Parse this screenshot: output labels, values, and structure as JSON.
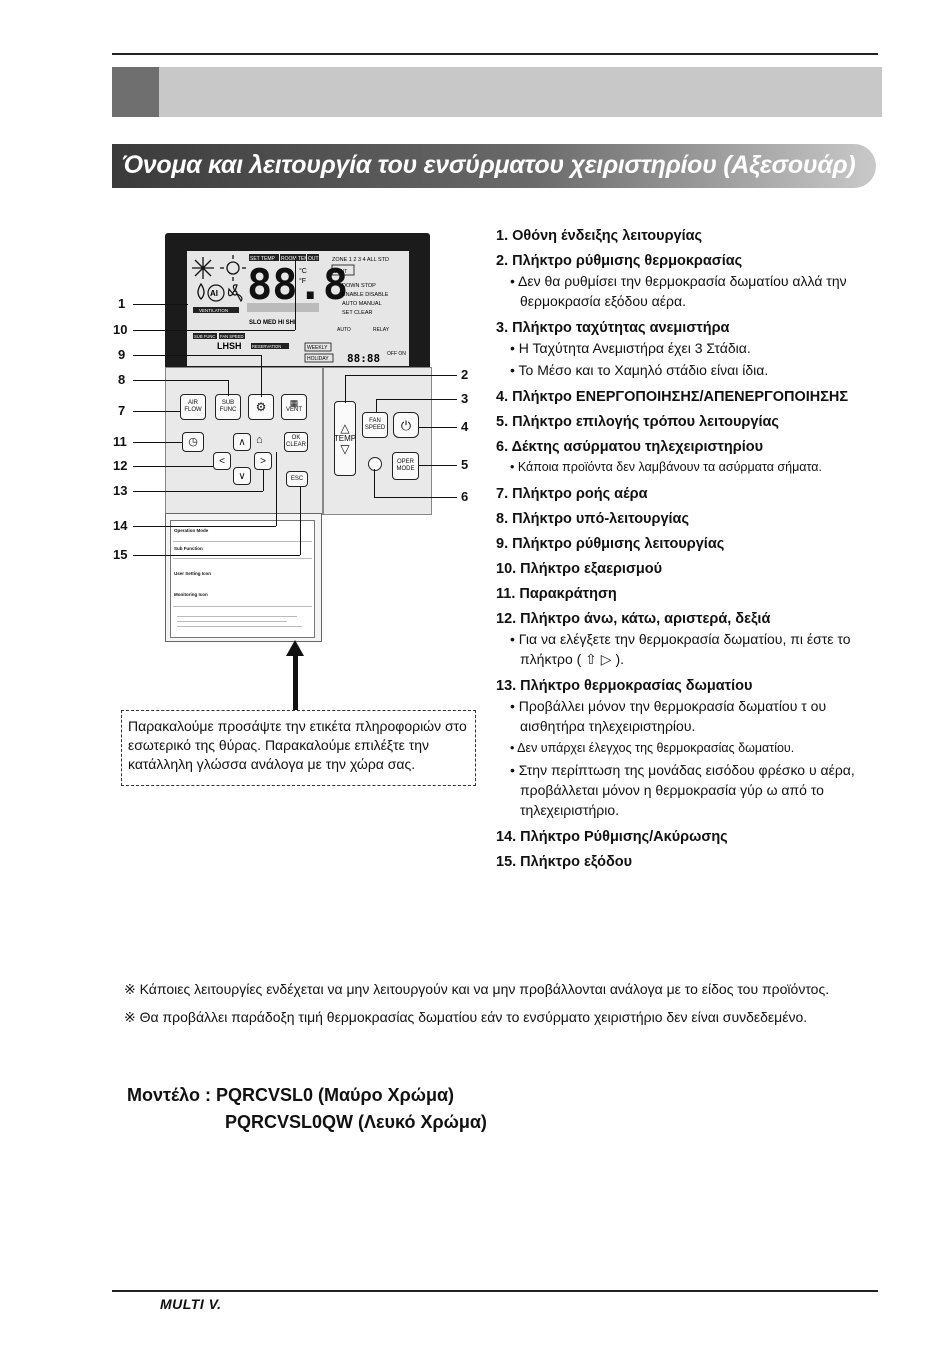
{
  "title": "Όνομα και λειτουργία του ενσύρματου χειριστηρίου (Αξεσουάρ)",
  "items": [
    {
      "label": "1. Οθόνη ένδειξης λειτουργίας",
      "notes": []
    },
    {
      "label": "2. Πλήκτρο ρύθμισης θερμοκρασίας",
      "notes": [
        "• Δεν θα ρυθμίσει την θερμοκρασία δωματίου αλλά την θερμοκρασία εξόδου αέρα."
      ]
    },
    {
      "label": "3. Πλήκτρο ταχύτητας ανεμιστήρα",
      "notes": [
        "• Η Ταχύτητα Ανεμιστήρα έχει 3 Στάδια.",
        "• Το Μέσο και το Χαμηλό στάδιο είναι ίδια."
      ]
    },
    {
      "label": "4. Πλήκτρο ΕΝΕΡΓΟΠΟΙΗΣΗΣ/ΑΠΕΝΕΡΓΟΠΟΙΗΣΗΣ",
      "notes": []
    },
    {
      "label": "5. Πλήκτρο επιλογής τρόπου λειτουργίας",
      "notes": []
    },
    {
      "label": "6. Δέκτης ασύρματου τηλεχειριστηρίου",
      "notes": [
        "• Κάποια προϊόντα δεν λαμβάνουν τα ασύρματα σήματα."
      ]
    },
    {
      "label": "7. Πλήκτρο ροής αέρα",
      "notes": []
    },
    {
      "label": "8. Πλήκτρο υπό-λειτουργίας",
      "notes": []
    },
    {
      "label": "9. Πλήκτρο ρύθμισης λειτουργίας",
      "notes": []
    },
    {
      "label": "10. Πλήκτρο εξαερισμού",
      "notes": []
    },
    {
      "label": "11. Παρακράτηση",
      "notes": []
    },
    {
      "label": "12. Πλήκτρο άνω, κάτω, αριστερά, δεξιά",
      "notes": [
        "• Για να ελέγξετε την θερμοκρασία δωματίου, πι έστε το πλήκτρο ( ⇧ ▷ )."
      ]
    },
    {
      "label": "13. Πλήκτρο θερμοκρασίας δωματίου",
      "notes": [
        "• Προβάλλει μόνον την θερμοκρασία δωματίου τ ου αισθητήρα τηλεχειριστηρίου.",
        "• Δεν υπάρχει έλεγχος της θερμοκρασίας δωματίου.",
        "• Στην περίπτωση της μονάδας εισόδου φρέσκο υ αέρα, προβάλλεται μόνον η θερμοκρασία γύρ ω από το τηλεχειριστήριο."
      ]
    },
    {
      "label": "14. Πλήκτρο Ρύθμισης/Ακύρωσης",
      "notes": []
    },
    {
      "label": "15. Πλήκτρο εξόδου",
      "notes": []
    }
  ],
  "note_box": "Παρακαλούμε προσάψτε την ετικέτα πληροφοριών στο εσωτερικό της θύρας. Παρακαλούμε επιλέξτε την κατάλληλη γλώσσα ανάλογα με την χώρα σας.",
  "footnotes": [
    "※ Κάποιες λειτουργίες ενδέχεται να μην λειτουργούν και να μην προβάλλονται ανάλογα με το είδος του προϊόντος.",
    "※ Θα προβάλλει παράδοξη τιμή θερμοκρασίας δωματίου εάν το ενσύρματο χειριστήριο δεν είναι συνδεδεμένο."
  ],
  "model": {
    "prefix": "Μοντέλο : ",
    "line1": "PQRCVSL0 (Μαύρο Χρώμα)",
    "line2": "PQRCVSL0QW (Λευκό Χρώμα)"
  },
  "logo": "MULTI V.",
  "device": {
    "lcd_digits": "88.8",
    "lcd_unit_c": "°C",
    "lcd_unit_f": "°F",
    "lcd_ai": "AI",
    "lcd_lhsh": "LHSH",
    "lcd_clock": "88:88",
    "lcd_fan_levels": "SLO MED HI SHI",
    "lcd_set_temp": "SET TEMP",
    "lcd_room_temp": "ROOM TEMP",
    "lcd_out": "OUT",
    "lcd_ventilation": "VENTILATION",
    "lcd_sub_func": "SUB FUNC",
    "lcd_fan_speed": "FAN SPEED",
    "lcd_reservation": "RESERVATION",
    "lcd_weekly": "WEEKLY",
    "lcd_holiday": "HOLIDAY",
    "lcd_down_stop": "DOWN STOP",
    "lcd_enable_disable": "ENABLE DISABLE",
    "lcd_auto_manual": "AUTO MANUAL",
    "lcd_set_clear": "SET CLEAR",
    "lcd_on_off": "OFF ON",
    "lcd_zone": "ZONE 1 2 3 4 ALL STD",
    "lcd_vent": "VENT",
    "lcd_auto": "AUTO",
    "lcd_relay": "RELAY",
    "key_air_flow": "AIR FLOW",
    "key_sub_func": "SUB FUNC",
    "key_vent": "VENT",
    "key_ok_clear": "OK CLEAR",
    "key_esc": "ESC",
    "key_fan_speed": "FAN SPEED",
    "key_temp": "TEMP",
    "key_oper_mode": "OPER MODE",
    "sticker_operation_mode": "Operation Mode",
    "sticker_sub_function": "Sub Function",
    "sticker_user_setting": "User Setting Icon",
    "sticker_monitoring": "Monitoring Icon"
  },
  "callouts": [
    "1",
    "2",
    "3",
    "4",
    "5",
    "6",
    "7",
    "8",
    "9",
    "10",
    "11",
    "12",
    "13",
    "14",
    "15"
  ]
}
